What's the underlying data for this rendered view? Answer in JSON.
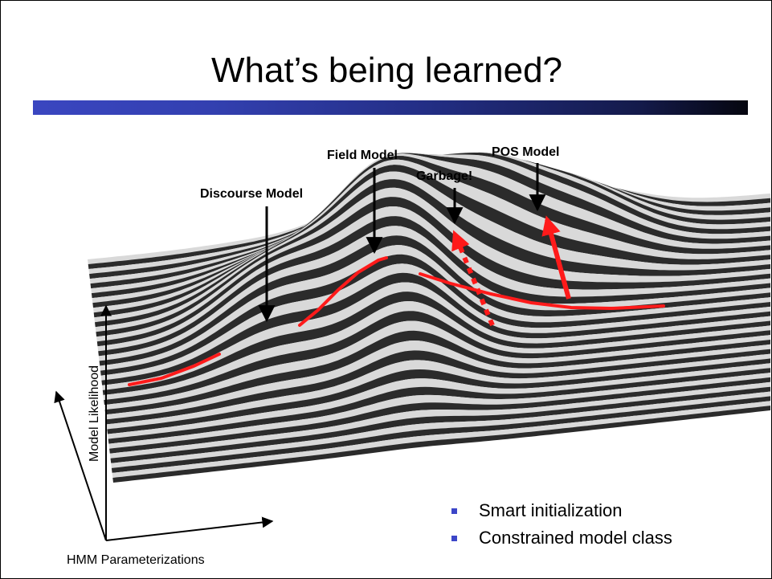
{
  "slide": {
    "title": "What’s being learned?",
    "annotations": {
      "discourse": "Discourse Model",
      "field": "Field Model",
      "garbage": "Garbage!",
      "pos": "POS Model"
    },
    "axes": {
      "y_label": "Model Likelihood",
      "x_label": "HMM Parameterizations"
    },
    "bullets": [
      "Smart initialization",
      "Constrained model class"
    ],
    "colors": {
      "accent": "#ff1a1a",
      "title_bar_start": "#3a46c0",
      "title_bar_end": "#05060f",
      "bullet": "#3c46c8"
    }
  }
}
